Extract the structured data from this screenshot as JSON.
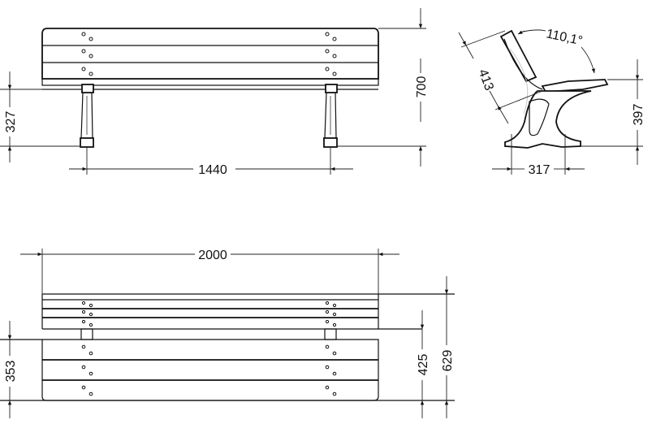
{
  "drawing": {
    "front_view": {
      "height_total": "700",
      "seat_height": "327",
      "leg_spacing": "1440"
    },
    "side_view": {
      "back_angle": "110,1°",
      "back_length": "413",
      "seat_height": "397",
      "foot_spacing": "317"
    },
    "top_view": {
      "length": "2000",
      "seat_depth": "353",
      "depth_inner": "425",
      "depth_total": "629"
    }
  }
}
